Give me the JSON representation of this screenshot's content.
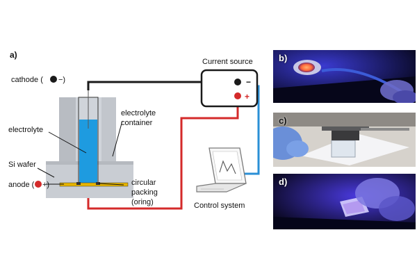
{
  "figure": {
    "panel_a_label": "a)",
    "cathode_label": "cathode (",
    "cathode_sign": "−)",
    "anode_label": "anode (",
    "anode_sign": "+)",
    "electrolyte_label": "electrolyte",
    "container_label_1": "electrolyte",
    "container_label_2": "container",
    "si_wafer_label": "Si wafer",
    "packing_label_1": "circular",
    "packing_label_2": "packing",
    "packing_label_3": "(oring)",
    "current_source_label": "Current source",
    "source_minus": "−",
    "source_plus": "+",
    "control_system_label": "Control system"
  },
  "photos": [
    {
      "label": "b)"
    },
    {
      "label": "c)"
    },
    {
      "label": "d)"
    }
  ],
  "colors": {
    "positive_wire": "#d42a2a",
    "negative_wire": "#1a1a1a",
    "control_wire": "#2a8fd6",
    "electrolyte": "#1e9be0",
    "gold_layer": "#e6b400",
    "uv_glow": "#3a2fd0"
  }
}
